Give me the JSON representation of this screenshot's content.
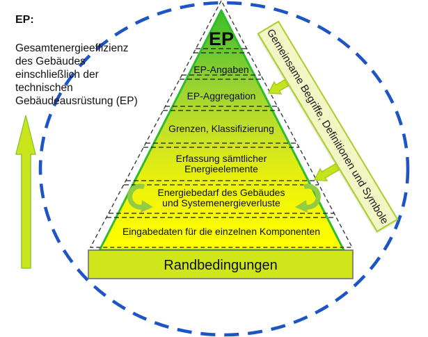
{
  "legend": {
    "title": "EP:",
    "description_lines": [
      "Gesamtenergieeffizienz",
      "des Gebäudes",
      "einschließlich der",
      "technischen",
      "Gebäudeausrüstung (EP)"
    ]
  },
  "banner": {
    "label": "Gemeinsame Begriffe, Definitionen und Symbole"
  },
  "pyramid": {
    "apex_label": "EP",
    "layers": [
      {
        "lines": [
          "EP-Angaben"
        ]
      },
      {
        "lines": [
          "EP-Aggregation"
        ]
      },
      {
        "lines": [
          "Grenzen, Klassifizierung"
        ]
      },
      {
        "lines": [
          "Erfassung sämtlicher",
          "Energieelemente"
        ]
      },
      {
        "lines": [
          "Energiebedarf des Gebäudes",
          "und Systemenergieverluste"
        ]
      },
      {
        "lines": [
          "Eingabedaten für die einzelnen Komponenten"
        ]
      }
    ],
    "base_label": "Randbedingungen"
  },
  "colors": {
    "ellipse_dash": "#1d55c7",
    "pyramid_edge": "#2ebc2e",
    "pyramid_top": "#3fbd26",
    "pyramid_bottom": "#ffff00",
    "base_bar_fill": "#cfe71a",
    "banner_fill": "#f3f5c5",
    "banner_border": "#a9ce2f",
    "accent_arrow_fill": "#c6e41c",
    "cycle_arrow": "#92cc44"
  },
  "icons": {
    "up_arrow": "up-arrow-icon",
    "banner_pointer": "block-arrow-icon",
    "cycle_left": "cycle-arrow-left-icon",
    "cycle_right": "cycle-arrow-right-icon"
  }
}
